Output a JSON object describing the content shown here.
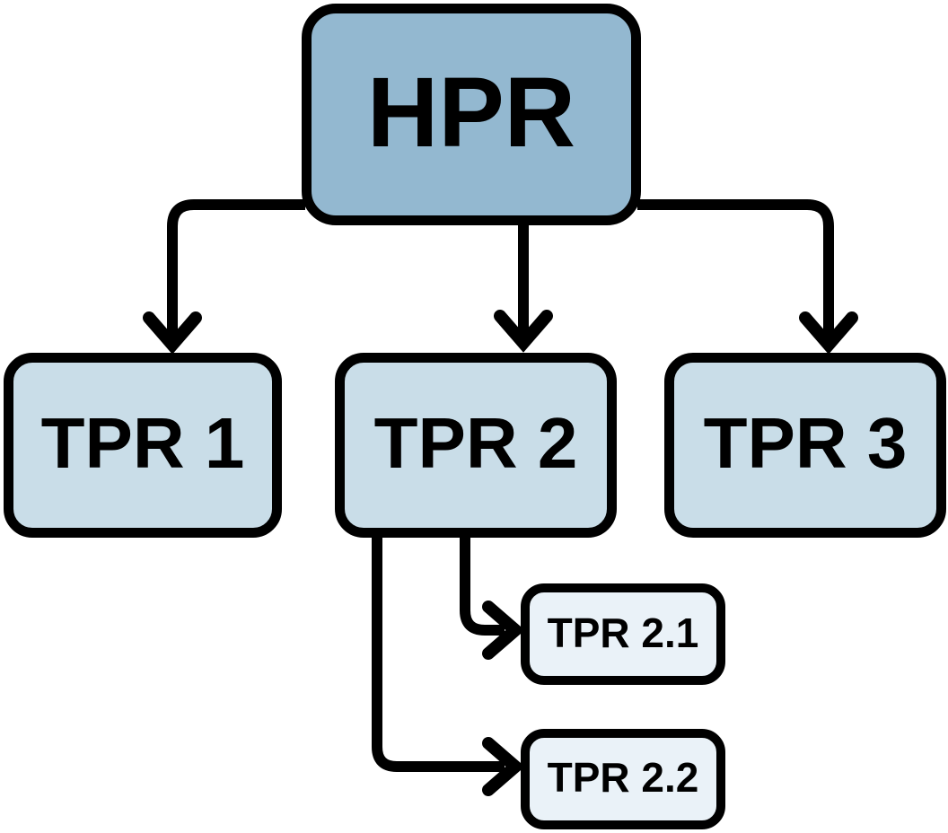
{
  "diagram": {
    "title": "HPR to TPR hierarchy flowchart",
    "background_color": "#ffffff",
    "line_color": "#000000",
    "text_color": "#000000",
    "nodes": [
      {
        "id": "hpr",
        "label": "HPR",
        "level": 1,
        "fill": "#93b8d0"
      },
      {
        "id": "tpr1",
        "label": "TPR 1",
        "level": 2,
        "fill": "#c9dde8"
      },
      {
        "id": "tpr2",
        "label": "TPR 2",
        "level": 2,
        "fill": "#c9dde8"
      },
      {
        "id": "tpr3",
        "label": "TPR 3",
        "level": 2,
        "fill": "#c9dde8"
      },
      {
        "id": "tpr21",
        "label": "TPR 2.1",
        "level": 3,
        "fill": "#eaf2f8"
      },
      {
        "id": "tpr22",
        "label": "TPR 2.2",
        "level": 3,
        "fill": "#eaf2f8"
      }
    ],
    "edges": [
      {
        "from": "HPR",
        "to": "TPR 1",
        "direction": "down"
      },
      {
        "from": "HPR",
        "to": "TPR 2",
        "direction": "down"
      },
      {
        "from": "HPR",
        "to": "TPR 3",
        "direction": "down"
      },
      {
        "from": "TPR 2",
        "to": "TPR 2.1",
        "direction": "right"
      },
      {
        "from": "TPR 2",
        "to": "TPR 2.2",
        "direction": "right"
      }
    ]
  }
}
